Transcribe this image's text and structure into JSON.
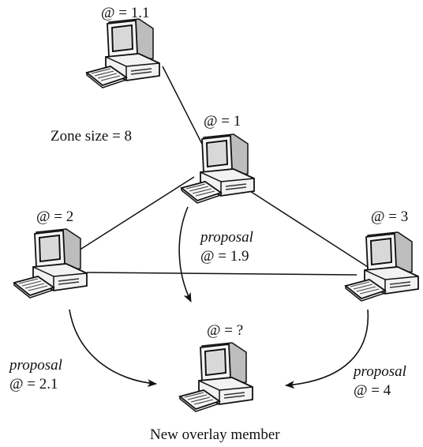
{
  "nodes": {
    "n11": {
      "address": "@ = 1.1"
    },
    "n1": {
      "address": "@ = 1"
    },
    "n2": {
      "address": "@ = 2"
    },
    "n3": {
      "address": "@ = 3"
    },
    "new": {
      "address": "@ = ?",
      "caption": "New overlay member"
    }
  },
  "zone": {
    "label": "Zone size = 8"
  },
  "proposals": {
    "from1": {
      "word": "proposal",
      "value": "@ = 1.9"
    },
    "from2": {
      "word": "proposal",
      "value": "@ = 2.1"
    },
    "from3": {
      "word": "proposal",
      "value": "@ = 4"
    }
  },
  "colors": {
    "line": "#111111",
    "screen": "#e6e6e6",
    "case": "#f2f2f2"
  }
}
